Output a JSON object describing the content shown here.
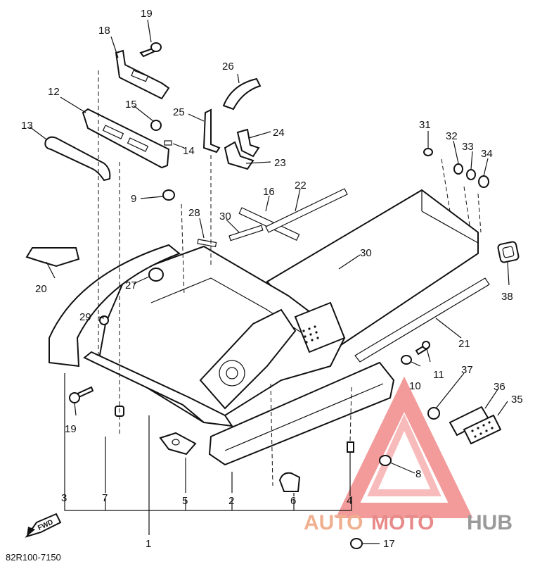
{
  "diagram": {
    "drawing_code": "82R100-7150",
    "fwd_label": "FWD",
    "watermark": {
      "text_a": "AUTO",
      "text_b": "MOTO",
      "text_c": "HUB",
      "color_a": "#f0b090",
      "color_b": "#e88a8a",
      "color_c": "#9a9a9a"
    },
    "callouts": [
      "1",
      "2",
      "3",
      "4",
      "5",
      "6",
      "7",
      "8",
      "9",
      "10",
      "11",
      "12",
      "13",
      "14",
      "15",
      "16",
      "17",
      "18",
      "19",
      "20",
      "21",
      "22",
      "23",
      "24",
      "25",
      "26",
      "27",
      "28",
      "29",
      "30",
      "31",
      "32",
      "33",
      "34",
      "35",
      "36",
      "37",
      "38"
    ],
    "extra": {
      "c19b": "19",
      "c30b": "30"
    }
  }
}
